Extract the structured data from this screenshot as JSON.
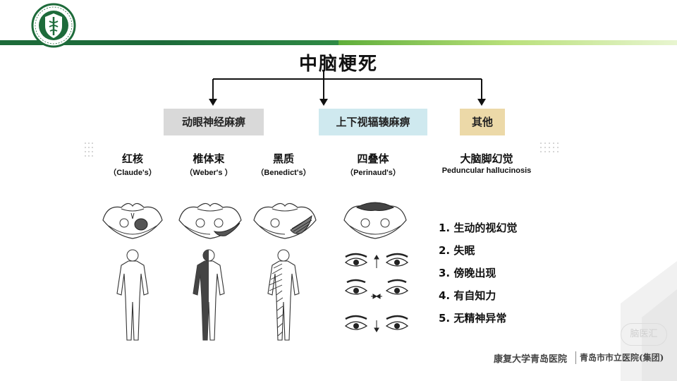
{
  "title": "中脑梗死",
  "categories": [
    {
      "label": "动眼神经麻痹"
    },
    {
      "label": "上下视辐辏麻痹"
    },
    {
      "label": "其他"
    }
  ],
  "syndromes": [
    {
      "name": "红核",
      "sub": "（Claude's）"
    },
    {
      "name": "椎体束",
      "sub": "（Weber's ）"
    },
    {
      "name": "黑质",
      "sub": "（Benedict's）"
    },
    {
      "name": "四叠体",
      "sub": "（Perinaud's）"
    },
    {
      "name": "大脑脚幻觉",
      "sub": "Peduncular hallucinosis"
    }
  ],
  "symptoms": [
    "1.  生动的视幻觉",
    "2.  失眠",
    "3.  傍晚出现",
    "4.  有自知力",
    "5.  无精神异常"
  ],
  "footer": {
    "university": "康复大学青岛医院",
    "hospital": "青岛市市立医院(集团)",
    "watermark": "脑医汇"
  },
  "colors": {
    "header_dark": "#1d6b3a",
    "header_light": "#8cc63f",
    "gray_box": "#d9d9d9",
    "blue_box": "#cfe9ef",
    "tan_box": "#ecd9a8"
  }
}
